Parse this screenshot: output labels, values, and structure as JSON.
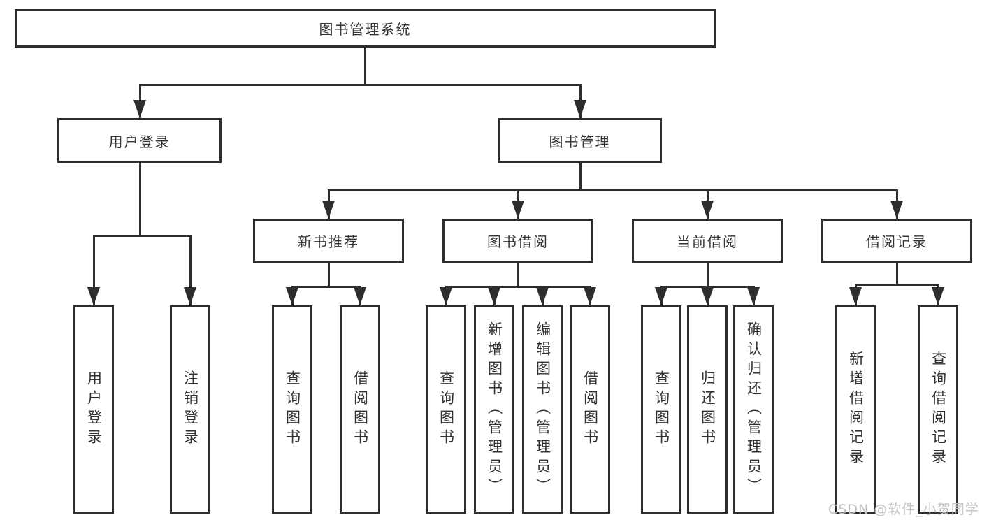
{
  "diagram": {
    "root": {
      "label": "图书管理系统"
    },
    "level2": {
      "user_login": {
        "label": "用户登录"
      },
      "book_management": {
        "label": "图书管理"
      }
    },
    "level3": {
      "new_book_recommend": {
        "label": "新书推荐"
      },
      "book_borrow": {
        "label": "图书借阅"
      },
      "current_borrow": {
        "label": "当前借阅"
      },
      "borrow_record": {
        "label": "借阅记录"
      }
    },
    "leaves": {
      "user_login_leaf": {
        "label": "用户登录"
      },
      "logout": {
        "label": "注销登录"
      },
      "nb_query": {
        "label": "查询图书"
      },
      "nb_borrow": {
        "label": "借阅图书"
      },
      "bb_query": {
        "label": "查询图书"
      },
      "bb_add": {
        "label": "新增图书（管理员）"
      },
      "bb_edit": {
        "label": "编辑图书（管理员）"
      },
      "bb_borrow": {
        "label": "借阅图书"
      },
      "cb_query": {
        "label": "查询图书"
      },
      "cb_return": {
        "label": "归还图书"
      },
      "cb_confirm": {
        "label": "确认归还（管理员）"
      },
      "br_add": {
        "label": "新增借阅记录"
      },
      "br_query": {
        "label": "查询借阅记录"
      }
    },
    "watermark": "CSDN @软件_小贺同学",
    "colors": {
      "line": "#2d2d2d",
      "text": "#333333",
      "watermark": "#c2c2c2",
      "background": "#ffffff"
    }
  }
}
